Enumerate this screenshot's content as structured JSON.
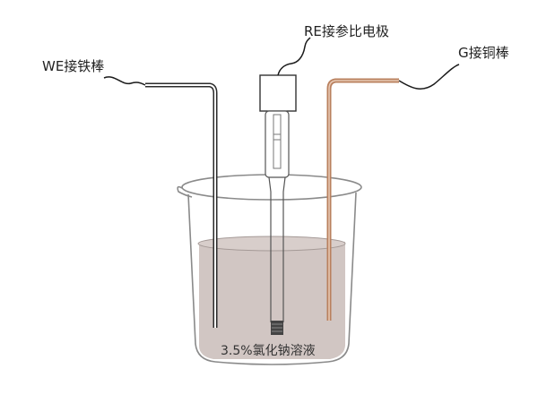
{
  "labels": {
    "working_electrode": "WE接铁棒",
    "reference_electrode": "RE接参比电极",
    "counter_electrode": "G接铜棒",
    "solution": "3.5%氯化钠溶液"
  },
  "colors": {
    "solution_fill": "#cfc3c0",
    "iron_rod": "#2b2b2b",
    "copper_rod": "#b9805e",
    "glass_outline": "#8a8a8a",
    "wire": "#1a1a1a"
  }
}
